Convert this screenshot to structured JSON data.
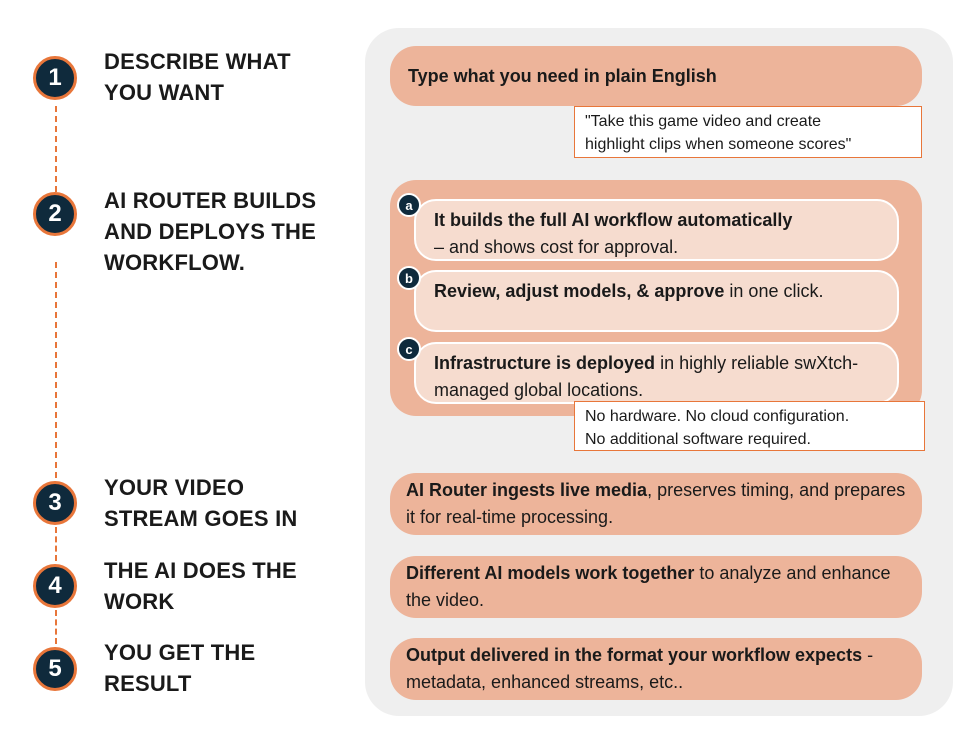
{
  "steps": [
    {
      "number": "1",
      "title_line1": "DESCRIBE WHAT",
      "title_line2": "YOU WANT",
      "title_line3": ""
    },
    {
      "number": "2",
      "title_line1": "AI ROUTER BUILDS",
      "title_line2": "AND DEPLOYS THE",
      "title_line3": "WORKFLOW."
    },
    {
      "number": "3",
      "title_line1": "YOUR VIDEO",
      "title_line2": "STREAM GOES IN",
      "title_line3": ""
    },
    {
      "number": "4",
      "title_line1": "THE AI DOES THE",
      "title_line2": "WORK",
      "title_line3": ""
    },
    {
      "number": "5",
      "title_line1": "YOU GET THE",
      "title_line2": "RESULT",
      "title_line3": ""
    }
  ],
  "panel": {
    "step1": {
      "bold": "Type what you need in plain English",
      "quote_line1": "\"Take this game video and create",
      "quote_line2": "highlight clips when someone scores\""
    },
    "step2": {
      "items": [
        {
          "badge": "a",
          "bold": "It builds the full AI workflow automatically",
          "rest": "– and shows cost for approval."
        },
        {
          "badge": "b",
          "bold": "Review, adjust models, & approve",
          "rest": " in one click."
        },
        {
          "badge": "c",
          "bold": "Infrastructure is deployed",
          "rest": " in highly reliable swXtch-managed global locations."
        }
      ],
      "note_line1": "No hardware. No cloud configuration.",
      "note_line2": "No additional software required."
    },
    "step3": {
      "bold": "AI Router ingests live media",
      "rest": ", preserves timing, and prepares it for real-time processing."
    },
    "step4": {
      "bold": "Different AI models work together",
      "rest": " to analyze and enhance the video."
    },
    "step5": {
      "bold": "Output delivered in the format your workflow expects",
      "rest": " - metadata, enhanced streams, etc.."
    }
  },
  "colors": {
    "accent": "#e8763a",
    "circle_fill": "#0f2a3c",
    "pill": "#edb49a",
    "sub_box": "#f6dccf",
    "panel_bg": "#efefef"
  }
}
